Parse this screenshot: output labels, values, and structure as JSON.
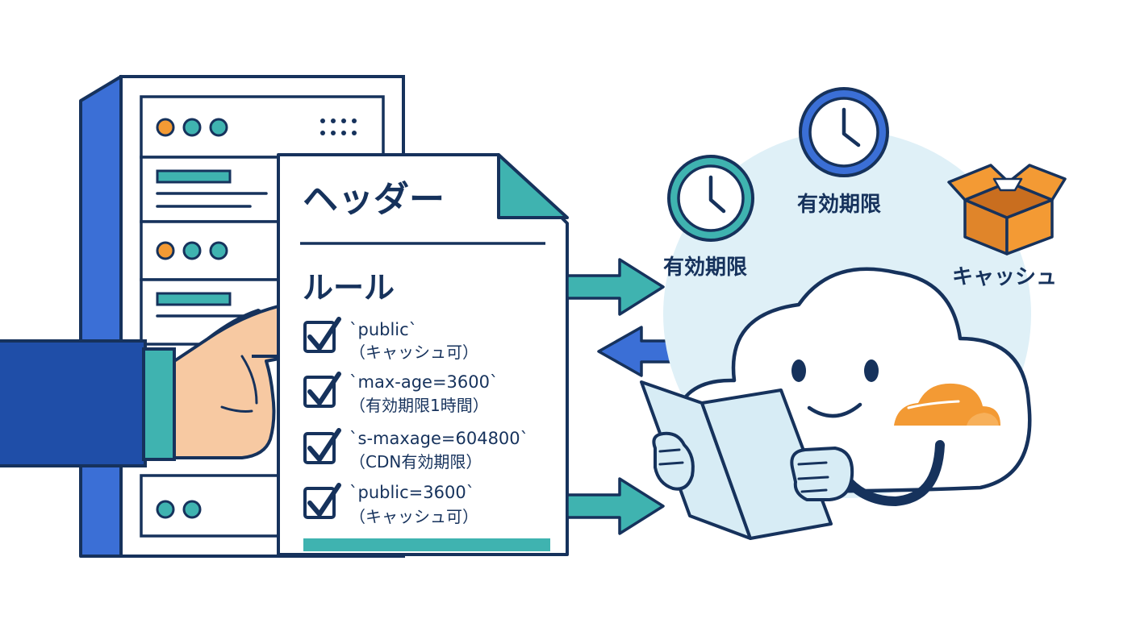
{
  "document": {
    "title": "ヘッダー",
    "subtitle": "ルール",
    "rules": [
      {
        "code": "`public`",
        "note": "（キャッシュ可）"
      },
      {
        "code": "`max-age=3600`",
        "note": "（有効期限1時間）"
      },
      {
        "code": "`s-maxage=604800`",
        "note": "（CDN有効期限）"
      },
      {
        "code": "`public=3600`",
        "note": "（キャッシュ可）"
      }
    ]
  },
  "cloud_labels": {
    "expiry_left": "有効期限",
    "expiry_top": "有効期限",
    "cache": "キャッシュ"
  },
  "icons": [
    "clock-icon",
    "box-icon",
    "cloud-logo-icon",
    "checkbox-icon",
    "arrow-right-icon",
    "arrow-left-icon"
  ],
  "colors": {
    "navy": "#16325c",
    "blue": "#3b6fd6",
    "teal": "#3fb3b0",
    "orange": "#f39a34",
    "skin": "#f7c9a2",
    "light_blue": "#d7ecf5"
  }
}
